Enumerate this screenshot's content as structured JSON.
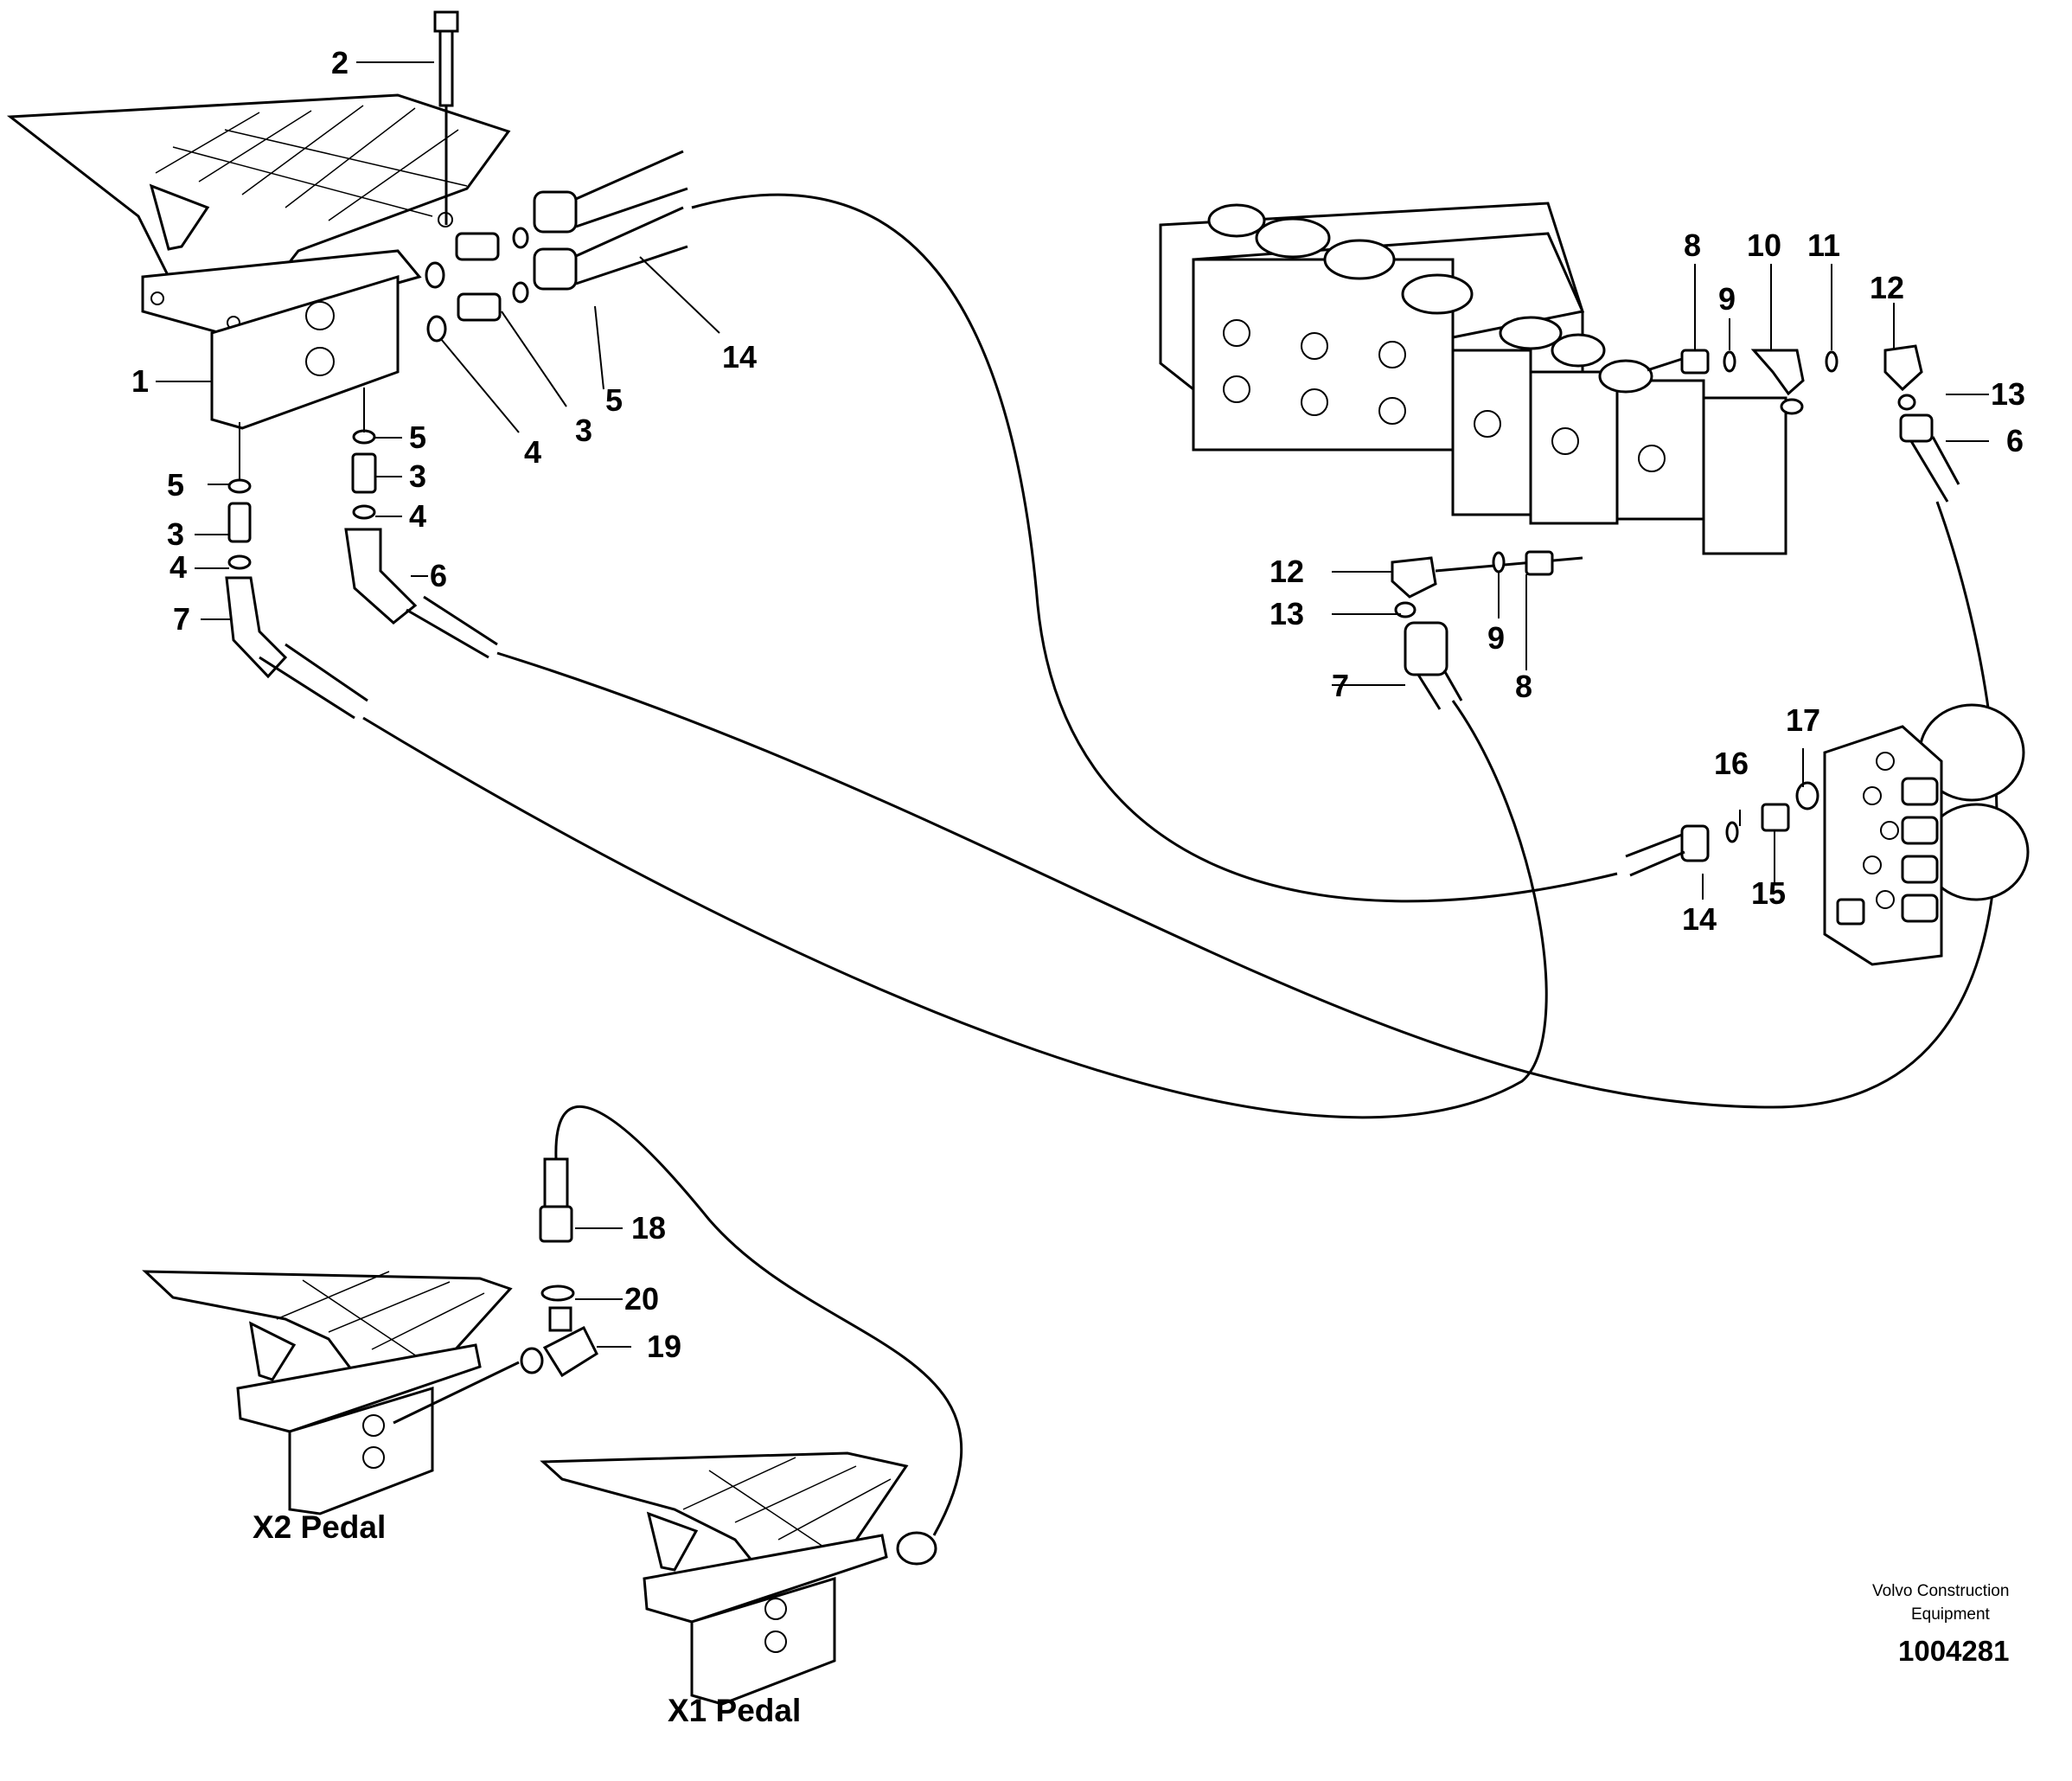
{
  "diagram": {
    "callouts": [
      "1",
      "2",
      "3",
      "4",
      "5",
      "6",
      "7",
      "8",
      "9",
      "10",
      "11",
      "12",
      "13",
      "14",
      "15",
      "16",
      "17",
      "18",
      "19",
      "20"
    ],
    "captions": {
      "x2_pedal": "X2 Pedal",
      "x1_pedal": "X1 Pedal"
    },
    "footer": {
      "manufacturer_line1": "Volvo Construction",
      "manufacturer_line2": "Equipment",
      "drawing_number": "1004281"
    },
    "icons": [
      "foot-pedal-icon",
      "control-valve-icon",
      "hose-icon",
      "fitting-icon",
      "o-ring-icon"
    ]
  }
}
